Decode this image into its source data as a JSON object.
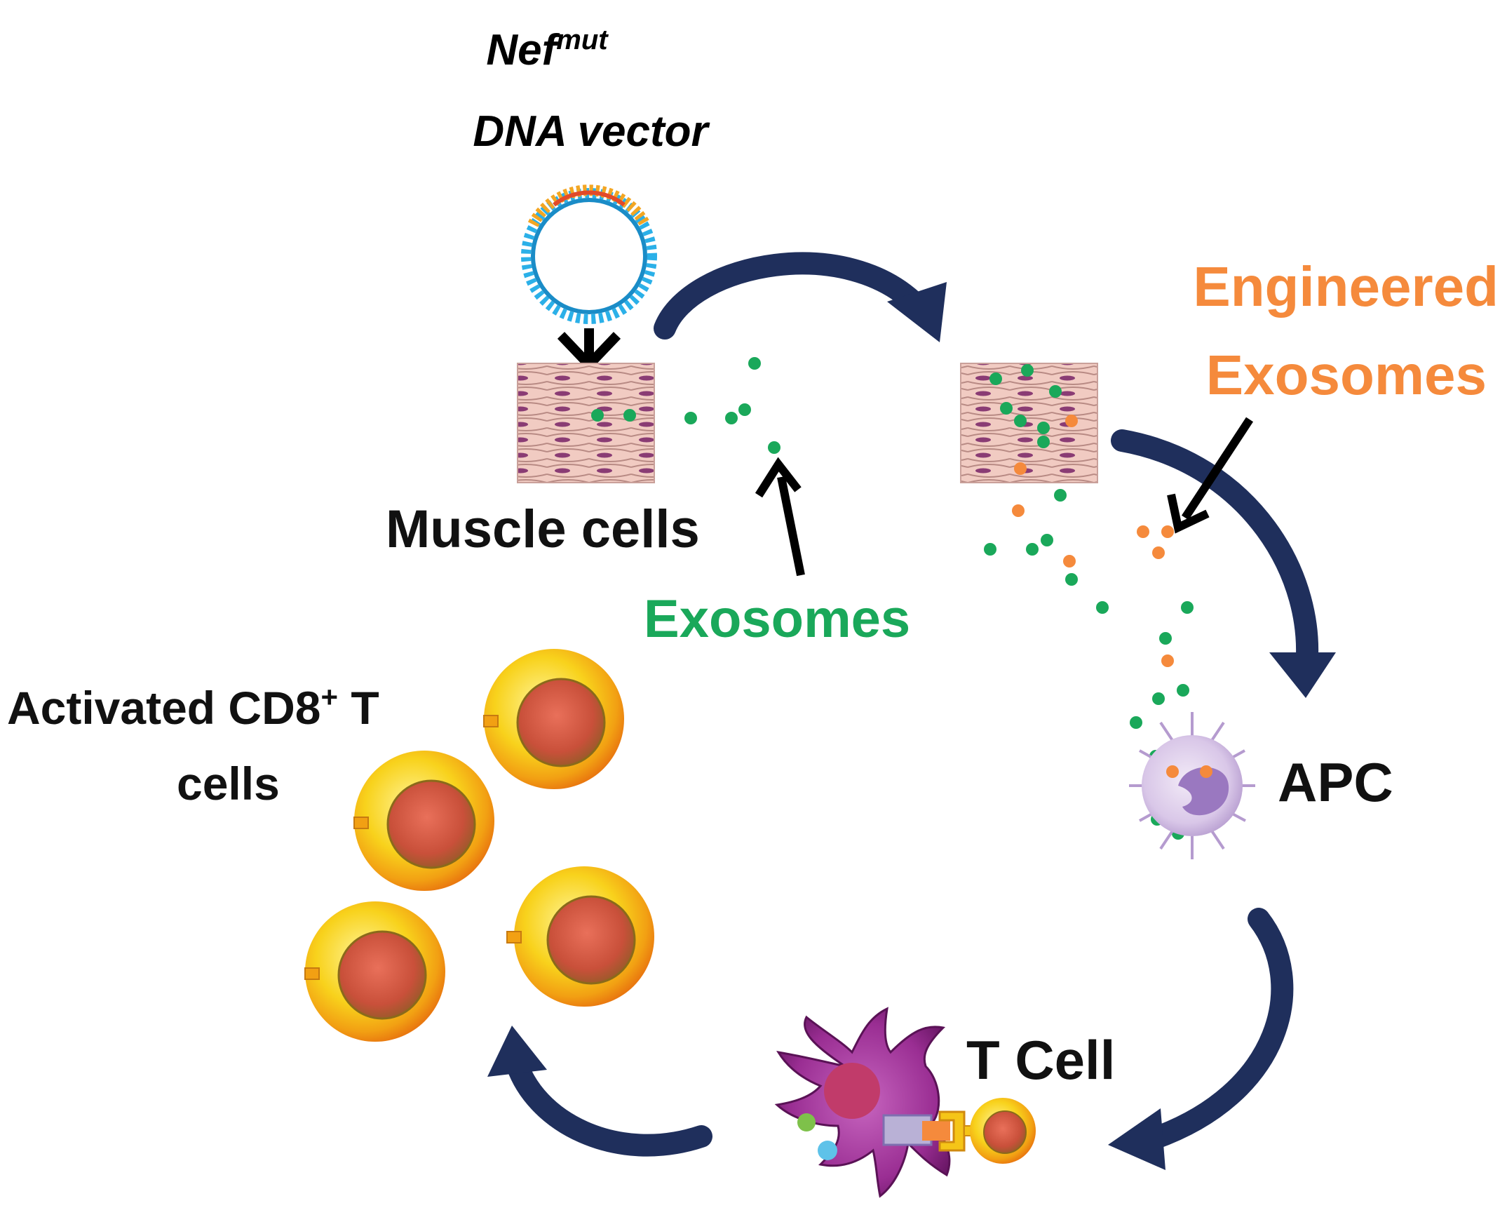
{
  "vector_label": {
    "nef": "Nef",
    "mut": "mut",
    "line2": "DNA vector"
  },
  "muscle_label": "Muscle cells",
  "exosomes_label": "Exosomes",
  "engineered_label": {
    "line1": "Engineered",
    "line2": "Exosomes"
  },
  "apc_label": "APC",
  "tcell_label": "T Cell",
  "activated_label": {
    "prefix": "Activated CD8",
    "sup": "+",
    "suffix": " T",
    "line2": "cells"
  },
  "colors": {
    "exosome_green": "#1aa85a",
    "engineered_orange": "#f58a3c",
    "cycle_arrow": "#1f2f5c",
    "tcell_yellow": "#f5c518",
    "tcell_nucleus": "#d85a3a",
    "apc_purple": "#c9b3de",
    "dendritic_magenta": "#8e2a8a",
    "muscle_pink": "#e9b9b0"
  }
}
